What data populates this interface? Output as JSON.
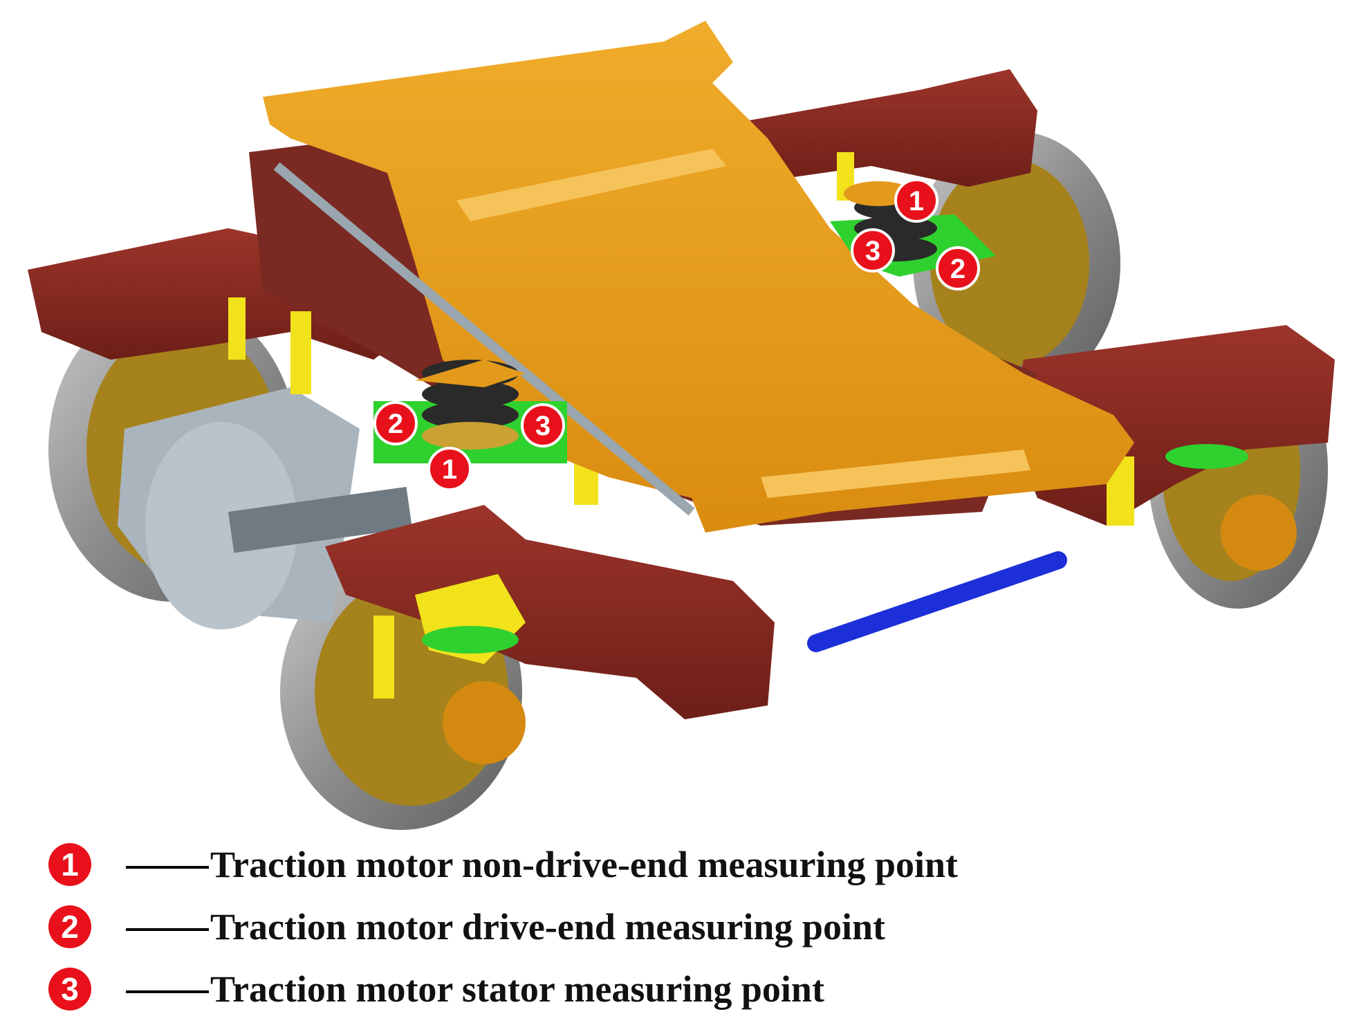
{
  "colors": {
    "marker": "#e8101a",
    "frame": "#8a2a22",
    "bolster": "#e39a1a",
    "spring": "#2a2a2a",
    "pad": "#2fd12f",
    "wheel": "#8a8a8a",
    "disc": "#a6821c",
    "motor": "#a9b4bd",
    "damper": "#1c2fd8",
    "bracket": "#f2e21c"
  },
  "markers": [
    {
      "id": "1",
      "label": "1"
    },
    {
      "id": "2",
      "label": "2"
    },
    {
      "id": "3",
      "label": "3"
    }
  ],
  "legend": [
    {
      "marker": "1",
      "text": "Traction motor non-drive-end measuring point"
    },
    {
      "marker": "2",
      "text": "Traction motor drive-end measuring point"
    },
    {
      "marker": "3",
      "text": "Traction motor stator measuring point"
    }
  ]
}
